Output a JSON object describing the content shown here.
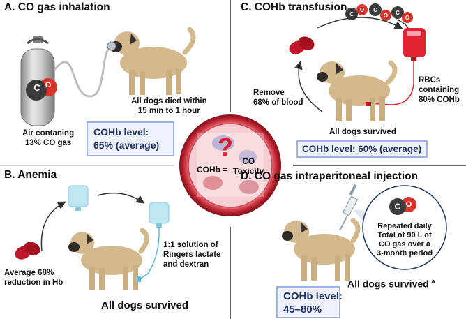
{
  "panels": {
    "a": {
      "title": "A. CO gas inhalation",
      "air_label": "Air contaning\n13% CO gas",
      "outcome": "All dogs died within\n15 min to 1 hour",
      "level_label": "COHb level:",
      "level_value": "65% (average)",
      "molecule": {
        "c": "C",
        "o": "O"
      }
    },
    "b": {
      "title": "B. Anemia",
      "reduction_label": "Average 68%\nreduction in Hb",
      "solution_label": "1:1 solution of\nRingers lactate\nand dextran",
      "outcome": "All dogs survived"
    },
    "c": {
      "title": "C. COHb transfusion",
      "remove_label": "Remove\n68% of blood",
      "rbc_label": "RBCs\ncontaining\n80% COHb",
      "outcome": "All dogs survived",
      "level": "COHb level: 60% (average)",
      "molecules": [
        "C",
        "O",
        "C",
        "O",
        "C",
        "O"
      ]
    },
    "d": {
      "title": "D. CO gas intraperitoneal injection",
      "bubble_text": "Repeated daily\nTotal of 90 L of\nCO gas over a\n3-month period",
      "outcome": "All dogs survived",
      "outcome_note": "a",
      "level": "COHb level:\n45–80%",
      "molecule": {
        "c": "C",
        "o": "O"
      }
    },
    "center": {
      "question": "?",
      "left": "COHb =",
      "right": "CO\nToxicity"
    }
  },
  "colors": {
    "divider": "#404040",
    "box_border": "#9fb2e4",
    "box_fill": "#eef2fc",
    "blood_red": "#c0182a",
    "dog_coat": "#d2b98e",
    "dog_muzzle": "#2f2a26",
    "o_red": "#d9342a",
    "c_dark": "#3b3b3b",
    "iv_blue": "#bfe6f3"
  }
}
